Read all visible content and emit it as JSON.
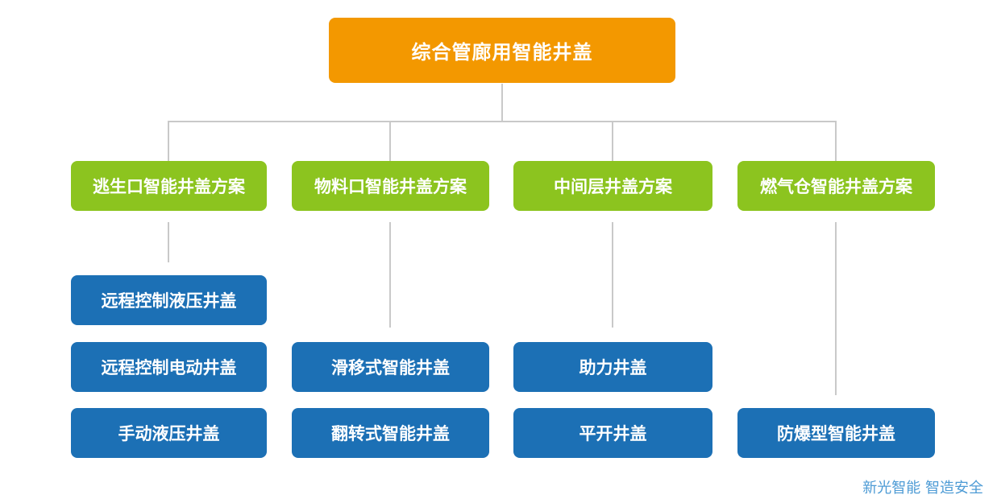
{
  "page": {
    "background_color": "#FFFFFF",
    "watermark": "新光智能 智造安全",
    "watermark_color": "#4D9BD5"
  },
  "colors": {
    "root_node": "#F39800",
    "solution_node": "#8CC41F",
    "product_node": "#1C70B5",
    "connector_line": "#C9C9C9",
    "node_text": "#FFFFFF"
  },
  "chart": {
    "type": "org-chart",
    "root": "综合管廊用智能井盖",
    "columns": [
      {
        "solution": "逃生口智能井盖方案",
        "products": [
          "远程控制液压井盖",
          "远程控制电动井盖",
          "手动液压井盖"
        ]
      },
      {
        "solution": "物料口智能井盖方案",
        "products": [
          "滑移式智能井盖",
          "翻转式智能井盖"
        ]
      },
      {
        "solution": "中间层井盖方案",
        "products": [
          "助力井盖",
          "平开井盖"
        ]
      },
      {
        "solution": "燃气仓智能井盖方案",
        "products": [
          "防爆型智能井盖"
        ]
      }
    ]
  }
}
